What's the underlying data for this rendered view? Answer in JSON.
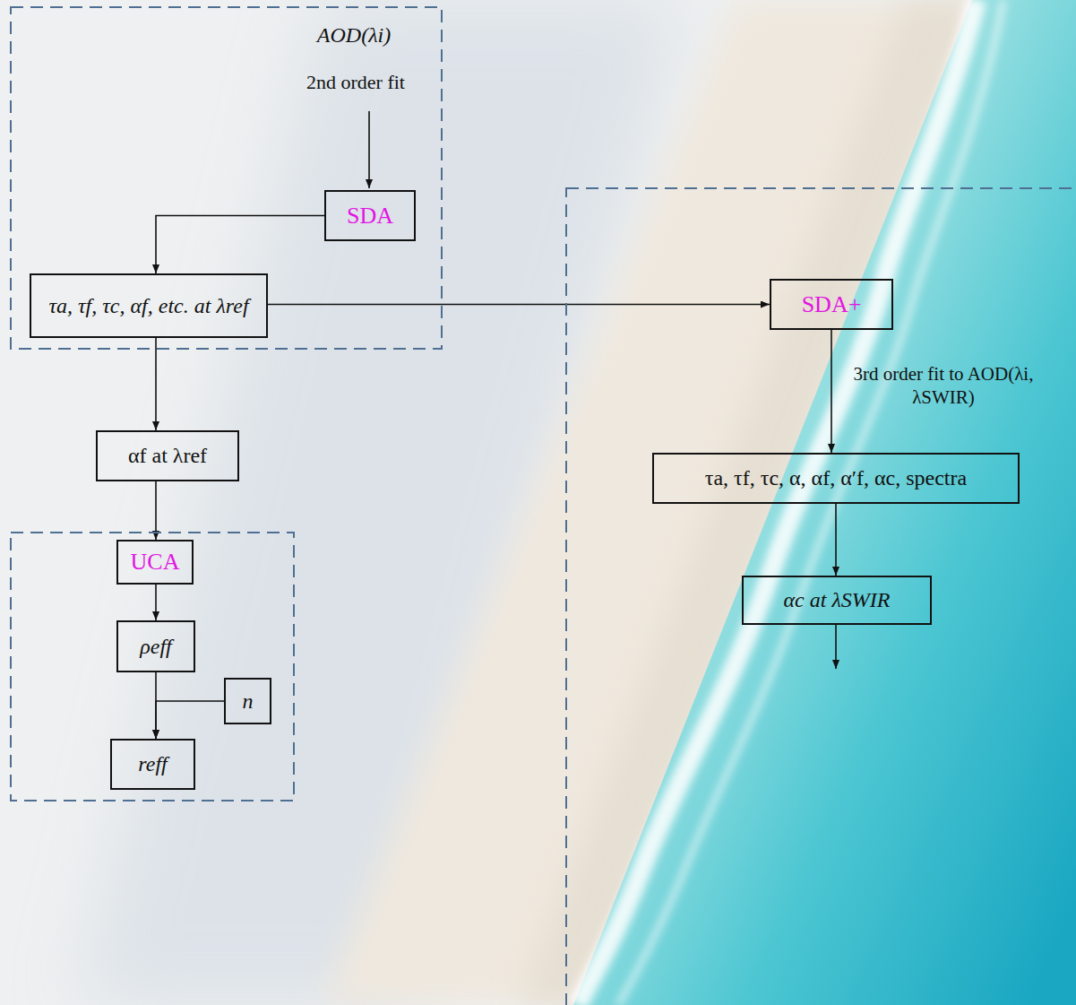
{
  "diagram": {
    "nodes": [
      {
        "text": []
      },
      {
        "text": [
          "SDA"
        ],
        "in": 0
      },
      {
        "text": [
          "τa, τf, τc, αf, etc. at λref"
        ],
        "in": 0
      },
      {
        "text": [
          "αf at λref"
        ]
      },
      {
        "text": []
      },
      {
        "text": [
          "UCA"
        ],
        "in": 4
      },
      {
        "text": [
          "ρeff"
        ],
        "in": 4
      },
      {
        "text": [
          "n"
        ],
        "in": 4
      },
      {
        "text": [
          "reff"
        ],
        "in": 4
      },
      {
        "text": []
      },
      {
        "text": [
          "SDA+"
        ],
        "in": 9
      },
      {
        "text": [
          "τa, τf, τc, α, αf, α′f, αc, spectra"
        ],
        "in": 9
      },
      {
        "text": [
          "αc at λSWIR"
        ],
        "in": 9
      }
    ],
    "edges": [
      {
        "from": 1,
        "to": 2,
        "arrow": "to"
      },
      {
        "from": 2,
        "to": 10,
        "arrow": "to"
      },
      {
        "from": 2,
        "to": 3,
        "arrow": "to"
      },
      {
        "from": 3,
        "to": 5,
        "arrow": "to"
      },
      {
        "from": 5,
        "to": 6,
        "arrow": "to"
      },
      {
        "from": 6,
        "to": 8,
        "arrow": "to"
      },
      {
        "from": 7,
        "to": 8,
        "arrow": "to"
      },
      {
        "from": 10,
        "to": 11,
        "label": "3rd order fit to AOD(λi, λSWIR)",
        "arrow": "to"
      },
      {
        "from": 11,
        "to": 12,
        "arrow": "to"
      }
    ],
    "labels": [
      "AOD(λi)",
      "2nd order fit"
    ]
  }
}
